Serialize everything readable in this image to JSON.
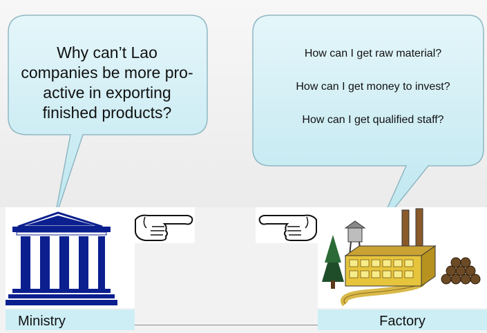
{
  "ministry": {
    "question": "Why can’t Lao companies be more pro-active in exporting finished products?",
    "label": "Ministry",
    "icon": "government-building-icon"
  },
  "factory": {
    "questions": [
      "How can I get raw material?",
      "How can I get money to invest?",
      "How can I get qualified staff?"
    ],
    "label": "Factory",
    "icon": "factory-icon"
  },
  "colors": {
    "bubble_fill": "#cdeef5",
    "bubble_stroke": "#8fb7c2",
    "building_blue": "#0b1f8f",
    "factory_yellow": "#e6c43c"
  }
}
